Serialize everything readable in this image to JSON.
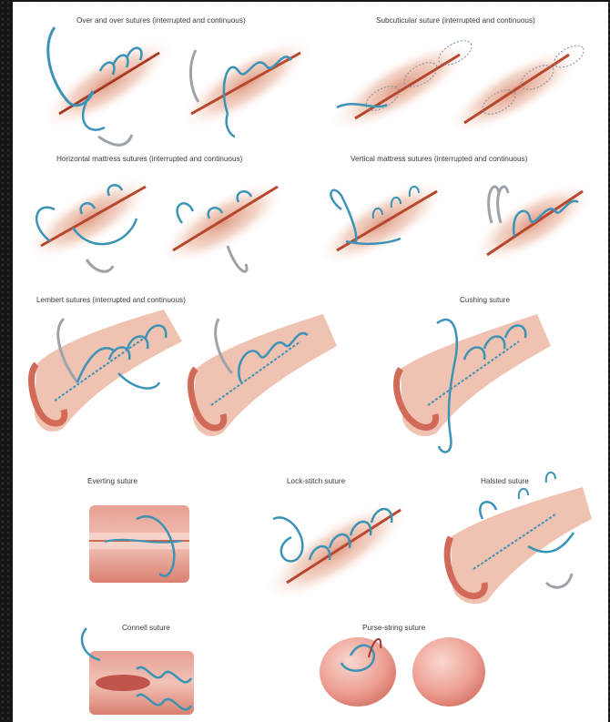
{
  "labels": {
    "over_and_over": "Over and over sutures (interrupted and continuous)",
    "subcuticular": "Subcuticular suture (interrupted and continuous)",
    "horizontal_mattress": "Horizontal mattress sutures (interrupted and continuous)",
    "vertical_mattress": "Vertical mattress sutures (interrupted and continuous)",
    "lembert": "Lembert sutures (interrupted and continuous)",
    "cushing": "Cushing suture",
    "everting": "Everting suture",
    "lock_stitch": "Lock-stitch suture",
    "halsted": "Halsted suture",
    "connell": "Connell suture",
    "purse_string": "Purse-string suture"
  },
  "colors": {
    "suture": "#3b93b5",
    "needle": "#9da3a8",
    "tissue": "#e6a48c",
    "wound": "#b7472d",
    "bowel": "#d9786a",
    "frame": "#141414"
  }
}
